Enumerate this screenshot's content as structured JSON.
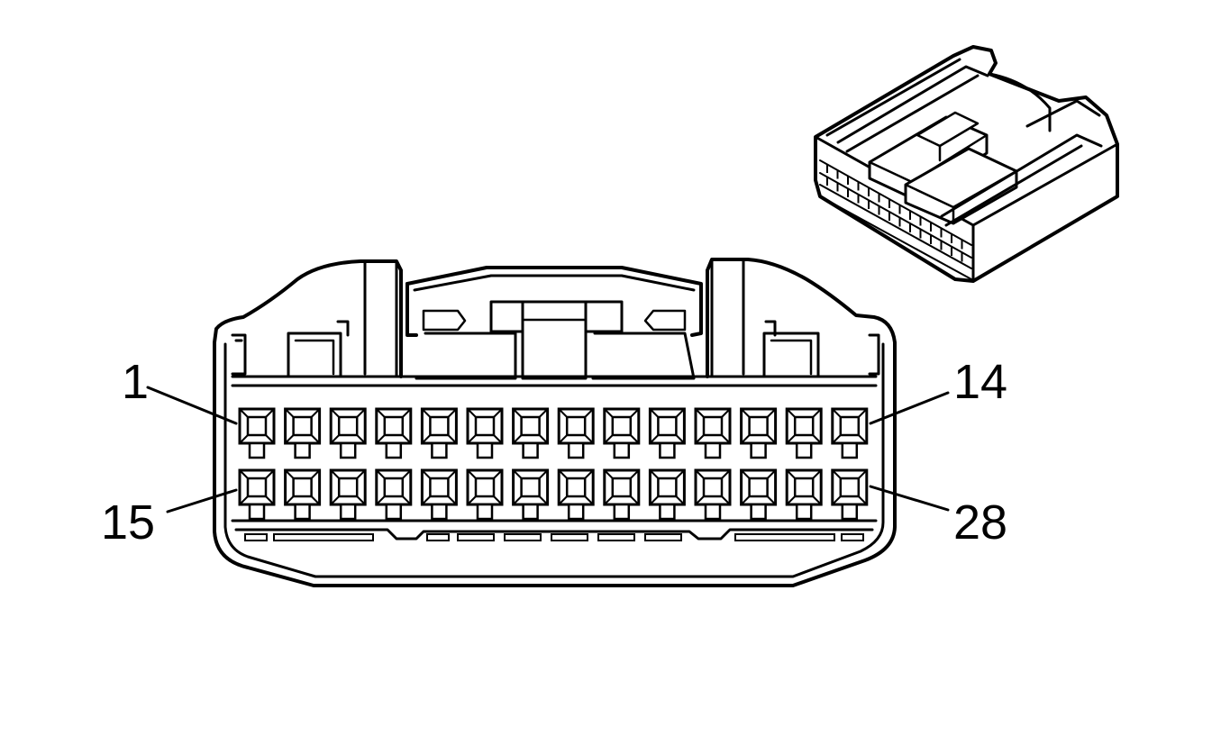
{
  "labels": {
    "pin_1": "1",
    "pin_14": "14",
    "pin_15": "15",
    "pin_28": "28"
  },
  "connector": {
    "rows": 2,
    "cavities_per_row": 14,
    "top_row_first_pin": 1,
    "top_row_last_pin": 14,
    "bottom_row_first_pin": 15,
    "bottom_row_last_pin": 28
  },
  "colors": {
    "line": "#000000",
    "background": "#ffffff"
  }
}
